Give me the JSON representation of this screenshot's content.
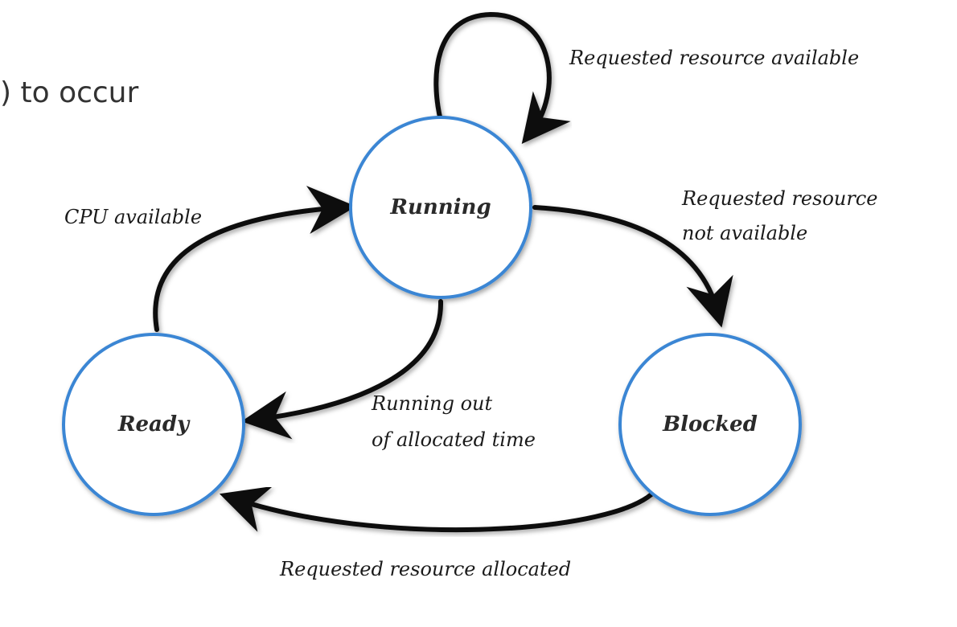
{
  "background_text": ") to occur",
  "diagram": {
    "states": {
      "running": "Running",
      "ready": "Ready",
      "blocked": "Blocked"
    },
    "transitions": {
      "self_loop": "Requested resource available",
      "running_to_blocked_line1": "Requested resource",
      "running_to_blocked_line2": "not available",
      "ready_to_running": "CPU available",
      "running_to_ready_line1": "Running out",
      "running_to_ready_line2": "of allocated time",
      "blocked_to_ready": "Requested resource allocated"
    },
    "colors": {
      "circle_stroke": "#3a86d4",
      "arrow": "#111111",
      "text": "#1a1a1a"
    }
  }
}
